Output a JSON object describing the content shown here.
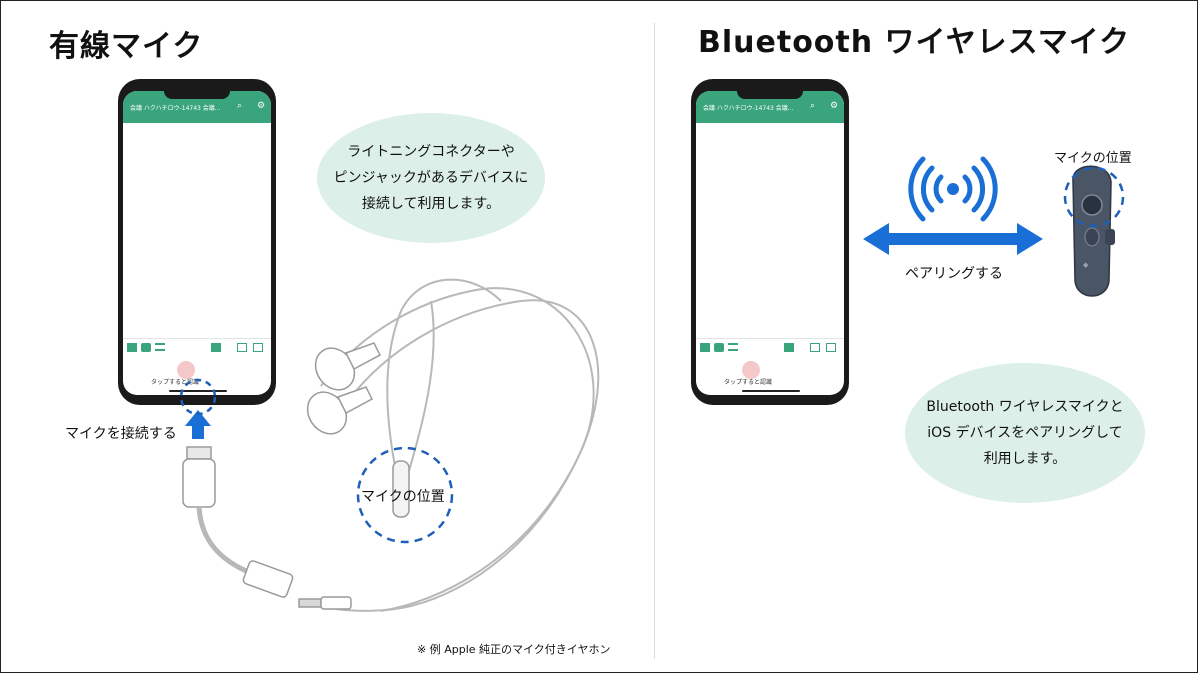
{
  "left": {
    "title": "有線マイク",
    "phone": {
      "app_title": "会議 ハクハチロウ-14743 会議...",
      "tap_label": "タップすると認識"
    },
    "bubble": {
      "line1": "ライトニングコネクターや",
      "line2": "ピンジャックがあるデバイスに",
      "line3": "接続して利用します。"
    },
    "connect_label": "マイクを接続する",
    "mic_position_label": "マイクの位置",
    "footnote": "※ 例 Apple 純正のマイク付きイヤホン"
  },
  "right": {
    "title": "Bluetooth ワイヤレスマイク",
    "phone": {
      "app_title": "会議 ハクハチロウ-14743 会議...",
      "tap_label": "タップすると認識"
    },
    "mic_position_label": "マイクの位置",
    "pairing_label": "ペアリングする",
    "bubble": {
      "line1": "Bluetooth ワイヤレスマイクと",
      "line2": "iOS デバイスをペアリングして",
      "line3": "利用します。"
    }
  },
  "colors": {
    "accent_blue": "#1a6fd6",
    "app_green": "#3aa57c",
    "bubble_bg": "#dcefe9",
    "dash_blue": "#1e5fb8"
  },
  "icons": [
    "search-icon",
    "gear-icon",
    "wireless-signal-icon",
    "double-arrow-icon",
    "up-arrow-icon"
  ]
}
